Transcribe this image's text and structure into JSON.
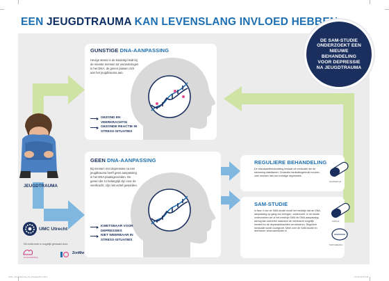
{
  "header": {
    "title_part1": "EEN ",
    "title_part2": "JEUGDTRAUMA",
    "title_part3": " KAN LEVENSLANG INVLOED HEBBEN"
  },
  "badge": {
    "text": "DE SAM-STUDIE ONDERZOEKT EEN NIEUWE BEHANDELING VOOR DEPRESSIE NA JEUGDTRAUMA"
  },
  "gunstig": {
    "title_prefix": "GUNSTIGE ",
    "title_highlight": "DNA-AANPASSING",
    "body": "Hevige stress in de kindertijd leidt bij de meeste mensen tot veranderingen in het DNA: de genen passen zich aan het jeugdtrauma aan.",
    "bullets": [
      "GEZOND EN VEERKRACHTIG",
      "GEZONDE REACTIE IN STRESS-SITUATIES"
    ]
  },
  "geen": {
    "title_prefix": "GEEN ",
    "title_highlight": "DNA-AANPASSING",
    "body": "Bij mensen met depressies na een jeugdtrauma heeft geen aanpassing in het DNA plaatsgevonden. De genen die zo belangrijk zijn voor de veerkracht, zijn niet actief geworden.",
    "bullets": [
      "KWETSBAAR VOOR DEPRESSIES",
      "NIET WEERBAAR IN STRESS-SITUATIES"
    ]
  },
  "reguliere": {
    "title": "REGULIERE BEHANDELING",
    "body": "De standaardbehandeling bestaat uit medicatie die de stemming stabiliseert. Ondanks medicatiegebruik houden veel mensen last van ernstige depressies.",
    "pill_caption": "standaard pil"
  },
  "samstudie": {
    "title": "SAM-STUDIE",
    "body": "In fase II van de SAM-studie wordt het medicijn dat de DNA-aanpassing op gang zou brengen, onderzocht. In de studie onderzoeken we of het medicijn SAM de DNA-aanpassing alsnog kan activeren waardoor de veerkracht mogelijk herstelt en de depressieklachten verminderen. Reguliere medicatie wordt voortgezet. Meer over de SAM-studie en deelname: www.samstudie.nl",
    "pill_caption_1": "SAM pil",
    "pill_caption_2": "SAM kalkpillen"
  },
  "left": {
    "label": "JEUGDTRAUMA"
  },
  "logo": {
    "name": "UMC Utrecht"
  },
  "sponsors": {
    "note": "Dit onderzoek is mogelijk gemaakt door:",
    "items": [
      "Hersenstichting",
      "ZonMw"
    ]
  },
  "footer": {
    "left": "UMC_Jeugdtrauma_a3_Infographic.indd 1",
    "right": "21-04-18 13:44"
  },
  "colors": {
    "navy": "#1a2f5e",
    "blue": "#1e6fb2",
    "light_blue_arrow": "#7fb7e0",
    "light_green_arrow": "#cfe3a4",
    "panel_gray": "#ececec"
  }
}
